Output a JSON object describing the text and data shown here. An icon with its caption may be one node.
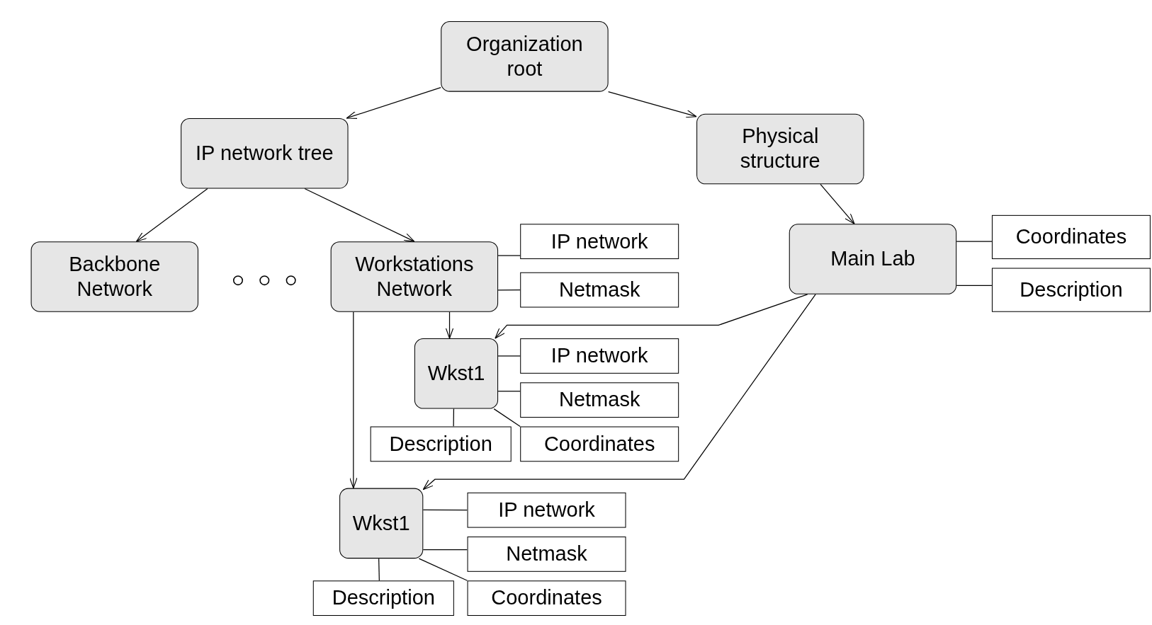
{
  "diagram": {
    "nodes": [
      {
        "text": [
          "Organization root"
        ]
      },
      {
        "text": [
          "IP network tree"
        ]
      },
      {
        "text": [
          "Physical structure"
        ]
      },
      {
        "text": [
          "Backbone Network"
        ]
      },
      {
        "text": [
          "Workstations Network"
        ]
      },
      {
        "text": [
          "IP network"
        ]
      },
      {
        "text": [
          "Netmask"
        ]
      },
      {
        "text": [
          "Main Lab"
        ]
      },
      {
        "text": [
          "Coordinates"
        ]
      },
      {
        "text": [
          "Description"
        ]
      },
      {
        "text": [
          "Wkst1"
        ]
      },
      {
        "text": [
          "IP network"
        ]
      },
      {
        "text": [
          "Netmask"
        ]
      },
      {
        "text": [
          "Description"
        ]
      },
      {
        "text": [
          "Coordinates"
        ]
      },
      {
        "text": [
          "Wkst1"
        ]
      },
      {
        "text": [
          "IP network"
        ]
      },
      {
        "text": [
          "Netmask"
        ]
      },
      {
        "text": [
          "Description"
        ]
      },
      {
        "text": [
          "Coordinates"
        ]
      }
    ],
    "edges": [
      {
        "from": 0,
        "to": 1,
        "arrow": "to"
      },
      {
        "from": 0,
        "to": 2,
        "arrow": "to"
      },
      {
        "from": 1,
        "to": 3,
        "arrow": "to"
      },
      {
        "from": 1,
        "to": 4,
        "arrow": "to"
      },
      {
        "from": 2,
        "to": 7,
        "arrow": "to"
      },
      {
        "from": 4,
        "to": 5,
        "arrow": "none"
      },
      {
        "from": 4,
        "to": 6,
        "arrow": "none"
      },
      {
        "from": 4,
        "to": 10,
        "arrow": "to"
      },
      {
        "from": 4,
        "to": 15,
        "arrow": "to"
      },
      {
        "from": 7,
        "to": 8,
        "arrow": "none"
      },
      {
        "from": 7,
        "to": 9,
        "arrow": "none"
      },
      {
        "from": 7,
        "to": 10,
        "arrow": "to"
      },
      {
        "from": 7,
        "to": 15,
        "arrow": "to"
      },
      {
        "from": 10,
        "to": 11,
        "arrow": "none"
      },
      {
        "from": 10,
        "to": 12,
        "arrow": "none"
      },
      {
        "from": 10,
        "to": 13,
        "arrow": "none"
      },
      {
        "from": 10,
        "to": 14,
        "arrow": "none"
      },
      {
        "from": 15,
        "to": 16,
        "arrow": "none"
      },
      {
        "from": 15,
        "to": 17,
        "arrow": "none"
      },
      {
        "from": 15,
        "to": 18,
        "arrow": "none"
      },
      {
        "from": 15,
        "to": 19,
        "arrow": "none"
      }
    ]
  }
}
